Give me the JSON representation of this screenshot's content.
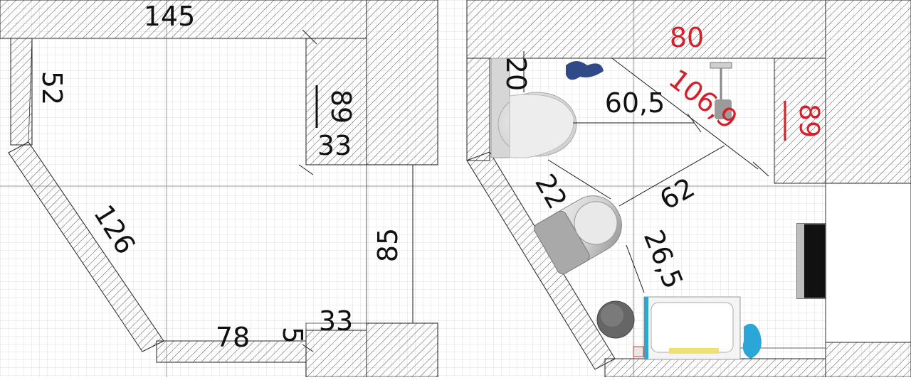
{
  "plans": {
    "left": {
      "dimensions": [
        {
          "id": "top-width",
          "text": "145"
        },
        {
          "id": "left-wall",
          "text": "52"
        },
        {
          "id": "right-niche-depth",
          "text": "89"
        },
        {
          "id": "right-niche-width",
          "text": "33"
        },
        {
          "id": "diagonal-wall",
          "text": "126"
        },
        {
          "id": "doorway-width",
          "text": "85"
        },
        {
          "id": "bottom-width",
          "text": "78"
        },
        {
          "id": "bottom-step",
          "text": "5"
        },
        {
          "id": "bottom-niche",
          "text": "33"
        }
      ]
    },
    "right": {
      "dimensions": [
        {
          "id": "top-width",
          "text": "80"
        },
        {
          "id": "toilet-offset",
          "text": "20"
        },
        {
          "id": "toilet-clearance",
          "text": "60,5"
        },
        {
          "id": "diagonal-clearance",
          "text": "106,9"
        },
        {
          "id": "right-niche-depth",
          "text": "89"
        },
        {
          "id": "bidet-offset",
          "text": "22"
        },
        {
          "id": "bidet-clearance",
          "text": "62"
        },
        {
          "id": "bidet-depth",
          "text": "26,5"
        }
      ]
    }
  },
  "colors": {
    "black_dim": "#111111",
    "red_dim": "#d4202a",
    "grid_minor": "#d6d6d6",
    "grid_major": "#9a9a9a",
    "hatch": "#555555",
    "fixture_gray": "#c9c9c9",
    "towel_blue": "#2f4a86",
    "cyan": "#2aa7d6",
    "yellow": "#f0e070"
  }
}
